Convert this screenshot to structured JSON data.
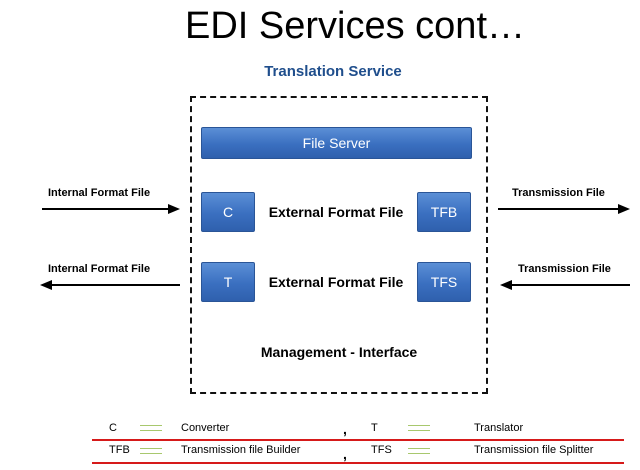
{
  "title": "EDI Services cont…",
  "subtitle": "Translation Service",
  "boxes": {
    "file_server": "File Server",
    "c": "C",
    "t": "T",
    "tfb": "TFB",
    "tfs": "TFS"
  },
  "external_format_1": "External Format File",
  "external_format_2": "External Format File",
  "management": "Management - Interface",
  "arrows": {
    "left_top": "Internal Format File",
    "left_bottom": "Internal Format File",
    "right_top": "Transmission File",
    "right_bottom": "Transmission File"
  },
  "legend": {
    "row1": {
      "abbr1": "C",
      "meaning1": "Converter",
      "sep": ",",
      "abbr2": "T",
      "meaning2": "Translator"
    },
    "row2": {
      "abbr1": "TFB",
      "meaning1": "Transmission file Builder",
      "sep": ",",
      "abbr2": "TFS",
      "meaning2": "Transmission file Splitter"
    }
  },
  "colors": {
    "title_blue": "#1f4e8c",
    "box_blue": "#3a6fc0",
    "legend_red": "#d61a1a",
    "legend_green": "#a8c86e"
  }
}
